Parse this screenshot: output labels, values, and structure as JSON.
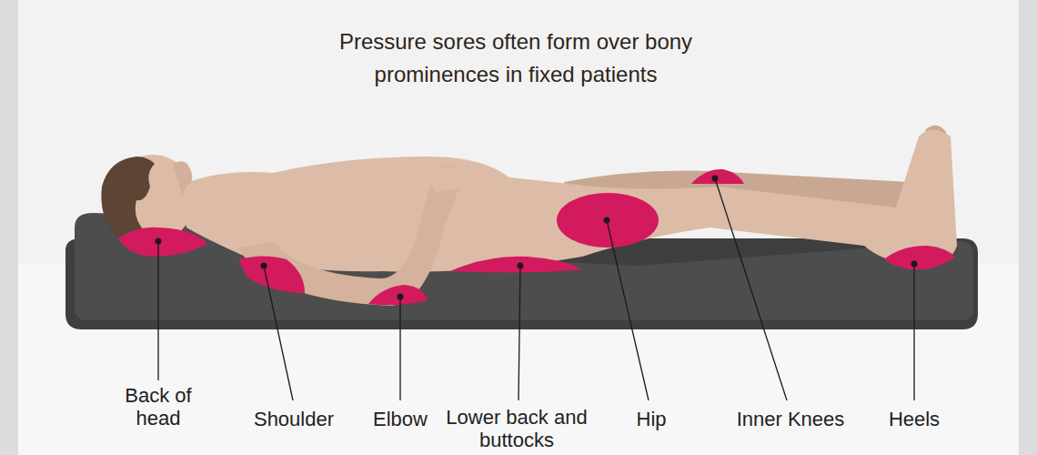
{
  "diagram": {
    "title": "Pressure sores often form over bony prominences in fixed patients",
    "labels": [
      "Back of head",
      "Shoulder",
      "Elbow",
      "Lower back and buttocks",
      "Hip",
      "Inner Knees",
      "Heels"
    ]
  }
}
